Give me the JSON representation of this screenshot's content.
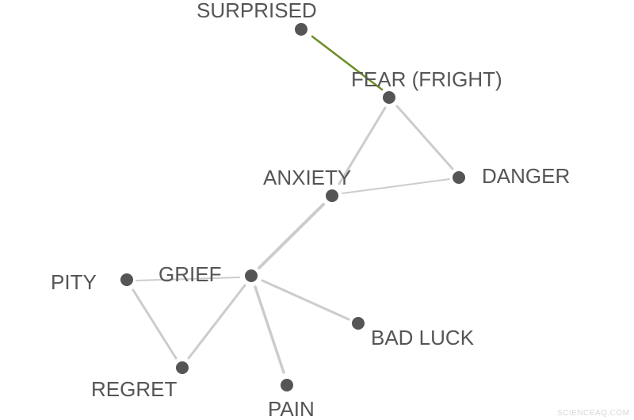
{
  "graph": {
    "colors": {
      "node": "#555555",
      "edge": "#cccccc",
      "highlight_edge": "#6b8e23",
      "label": "#555555"
    },
    "nodes": [
      {
        "id": "surprised",
        "label": "SURPRISED"
      },
      {
        "id": "fear",
        "label": "FEAR (FRIGHT)"
      },
      {
        "id": "anxiety",
        "label": "ANXIETY"
      },
      {
        "id": "danger",
        "label": "DANGER"
      },
      {
        "id": "grief",
        "label": "GRIEF"
      },
      {
        "id": "pity",
        "label": "PITY"
      },
      {
        "id": "regret",
        "label": "REGRET"
      },
      {
        "id": "pain",
        "label": "PAIN"
      },
      {
        "id": "bad_luck",
        "label": "BAD LUCK"
      }
    ],
    "edges": [
      {
        "from": "surprised",
        "to": "fear",
        "highlight": true
      },
      {
        "from": "fear",
        "to": "anxiety",
        "highlight": false
      },
      {
        "from": "fear",
        "to": "danger",
        "highlight": false
      },
      {
        "from": "anxiety",
        "to": "danger",
        "highlight": false
      },
      {
        "from": "anxiety",
        "to": "grief",
        "highlight": false
      },
      {
        "from": "grief",
        "to": "pity",
        "highlight": false
      },
      {
        "from": "grief",
        "to": "regret",
        "highlight": false
      },
      {
        "from": "grief",
        "to": "pain",
        "highlight": false
      },
      {
        "from": "grief",
        "to": "bad_luck",
        "highlight": false
      },
      {
        "from": "pity",
        "to": "regret",
        "highlight": false
      }
    ]
  },
  "watermark": "SCIENCEAQ.COM"
}
